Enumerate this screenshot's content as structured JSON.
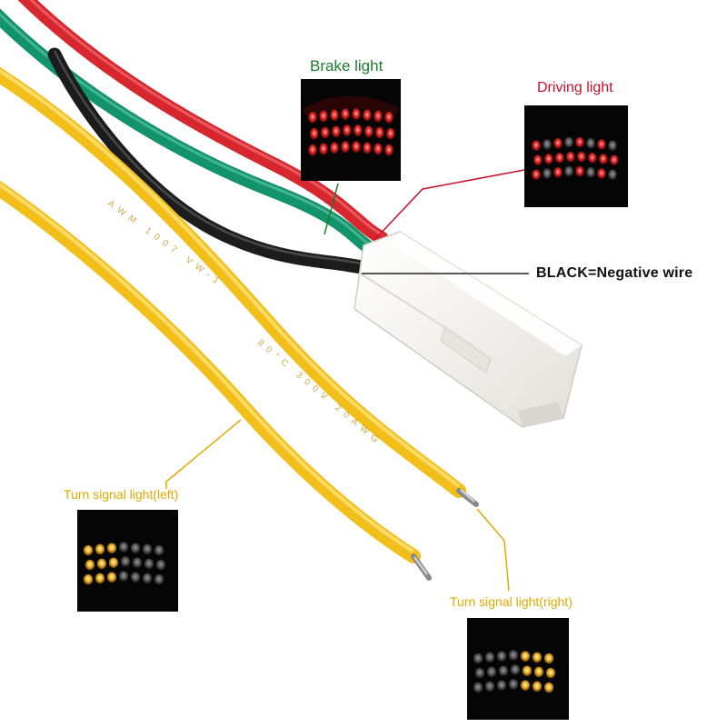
{
  "labels": {
    "brake": "Brake light",
    "driving": "Driving light",
    "negative": "BLACK=Negative wire",
    "turn_left": "Turn signal light(left)",
    "turn_right": "Turn signal light(right)"
  },
  "wire_print": "AWM 1007 VW-1 80°C 300V 20AWG",
  "colors": {
    "wire_red": "#d7262e",
    "wire_green": "#12936a",
    "wire_black": "#1c1c1c",
    "wire_yellow": "#f2be1a",
    "connector": "#f3f2ee",
    "brake_label": "#1f7a2e",
    "driving_label": "#c8102e",
    "turn_label": "#e0a800",
    "led_red": "#ff3a3a",
    "led_amber": "#ffc23a"
  }
}
